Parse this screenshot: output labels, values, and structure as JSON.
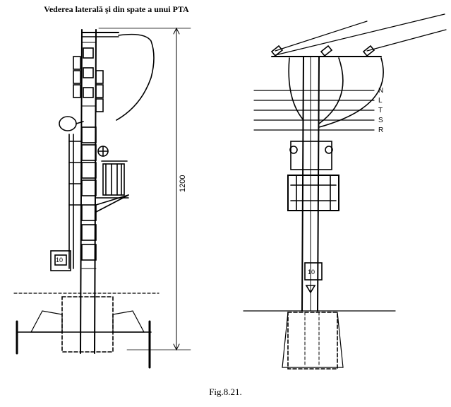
{
  "figure": {
    "title": "Vederea laterală şi din spate a unui PTA",
    "caption": "Fig.8.21."
  },
  "side_view": {
    "dimension_label": "1200",
    "meter_label": "10"
  },
  "rear_view": {
    "phase_labels": [
      "N",
      "L",
      "T",
      "S",
      "R"
    ],
    "meter_label": "10"
  },
  "colors": {
    "ink": "#000000",
    "paper": "#ffffff"
  }
}
